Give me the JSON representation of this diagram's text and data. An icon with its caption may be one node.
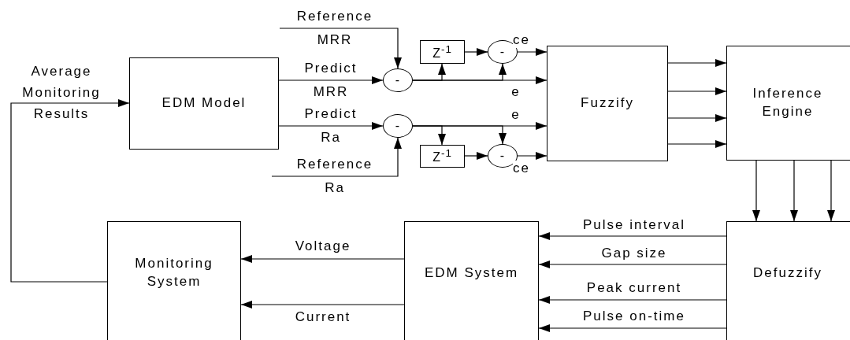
{
  "diagram": {
    "nodes": [
      {
        "text": [
          "EDM Model"
        ]
      },
      {
        "text": [
          "Fuzzify"
        ]
      },
      {
        "text": [
          "Inference Engine"
        ]
      },
      {
        "text": [
          "Defuzzify"
        ]
      },
      {
        "text": [
          "EDM System"
        ]
      },
      {
        "text": [
          "Monitoring System"
        ]
      },
      {
        "text": [
          "-"
        ]
      },
      {
        "text": [
          "-"
        ]
      },
      {
        "text": [
          "Z$^{-1}$"
        ]
      },
      {
        "text": [
          "-"
        ]
      },
      {
        "text": [
          "Z$^{-1}$"
        ]
      },
      {
        "text": [
          "-"
        ]
      }
    ],
    "edges": [
      {
        "from": null,
        "to": 6,
        "arrow": "to",
        "label": "Reference MRR"
      },
      {
        "from": 0,
        "to": 6,
        "arrow": "to",
        "label": "Predict MRR"
      },
      {
        "from": 0,
        "to": 7,
        "arrow": "to",
        "label": "Predict Ra"
      },
      {
        "from": null,
        "to": 7,
        "arrow": "to",
        "label": "Reference Ra"
      },
      {
        "from": 6,
        "to": 8,
        "arrow": "to"
      },
      {
        "from": 6,
        "to": 9,
        "arrow": "to"
      },
      {
        "from": 6,
        "to": 1,
        "arrow": "to",
        "label": "e"
      },
      {
        "from": 8,
        "to": 9,
        "arrow": "to"
      },
      {
        "from": 9,
        "to": 1,
        "arrow": "to",
        "label": "ce"
      },
      {
        "from": 7,
        "to": 1,
        "arrow": "to",
        "label": "e"
      },
      {
        "from": 7,
        "to": 10,
        "arrow": "to"
      },
      {
        "from": 7,
        "to": 11,
        "arrow": "to"
      },
      {
        "from": 10,
        "to": 11,
        "arrow": "to"
      },
      {
        "from": 11,
        "to": 1,
        "arrow": "to",
        "label": "ce"
      },
      {
        "from": 1,
        "to": 2,
        "arrow": "to"
      },
      {
        "from": 1,
        "to": 2,
        "arrow": "to"
      },
      {
        "from": 1,
        "to": 2,
        "arrow": "to"
      },
      {
        "from": 1,
        "to": 2,
        "arrow": "to"
      },
      {
        "from": 2,
        "to": 3,
        "arrow": "to"
      },
      {
        "from": 2,
        "to": 3,
        "arrow": "to"
      },
      {
        "from": 2,
        "to": 3,
        "arrow": "to"
      },
      {
        "from": 3,
        "to": 4,
        "arrow": "to",
        "label": "Pulse interval"
      },
      {
        "from": 3,
        "to": 4,
        "arrow": "to",
        "label": "Gap size"
      },
      {
        "from": 3,
        "to": 4,
        "arrow": "to",
        "label": "Peak current"
      },
      {
        "from": 3,
        "to": 4,
        "arrow": "to",
        "label": "Pulse on-time"
      },
      {
        "from": 4,
        "to": 5,
        "arrow": "to",
        "label": "Voltage"
      },
      {
        "from": 4,
        "to": 5,
        "arrow": "to",
        "label": "Current"
      },
      {
        "from": 5,
        "to": 0,
        "arrow": "to",
        "label": "Average Monitoring Results"
      }
    ]
  }
}
